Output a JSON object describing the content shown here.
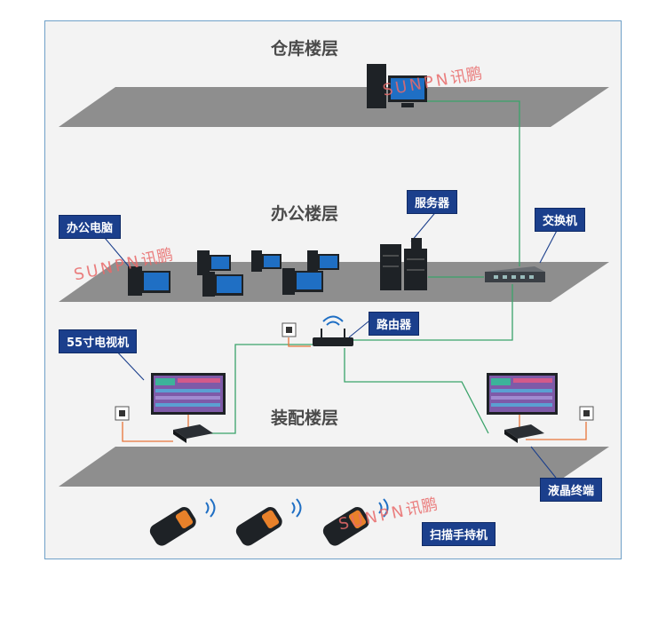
{
  "floors": {
    "warehouse": "仓库楼层",
    "office": "办公楼层",
    "assembly": "装配楼层"
  },
  "callouts": {
    "office_pc": "办公电脑",
    "server": "服务器",
    "switch": "交换机",
    "router": "路由器",
    "tv": "55寸电视机",
    "lcd_terminal": "液晶终端",
    "scanner": "扫描手持机"
  },
  "watermark": {
    "latin": "SUNPN",
    "chinese": "讯鹏"
  },
  "colors": {
    "callout_bg": "#1b3f8c",
    "frame_border": "#6fa0c8",
    "floor_plate": "#8c8c8c",
    "network_line": "#3aa36a",
    "av_line": "#e8753a"
  }
}
